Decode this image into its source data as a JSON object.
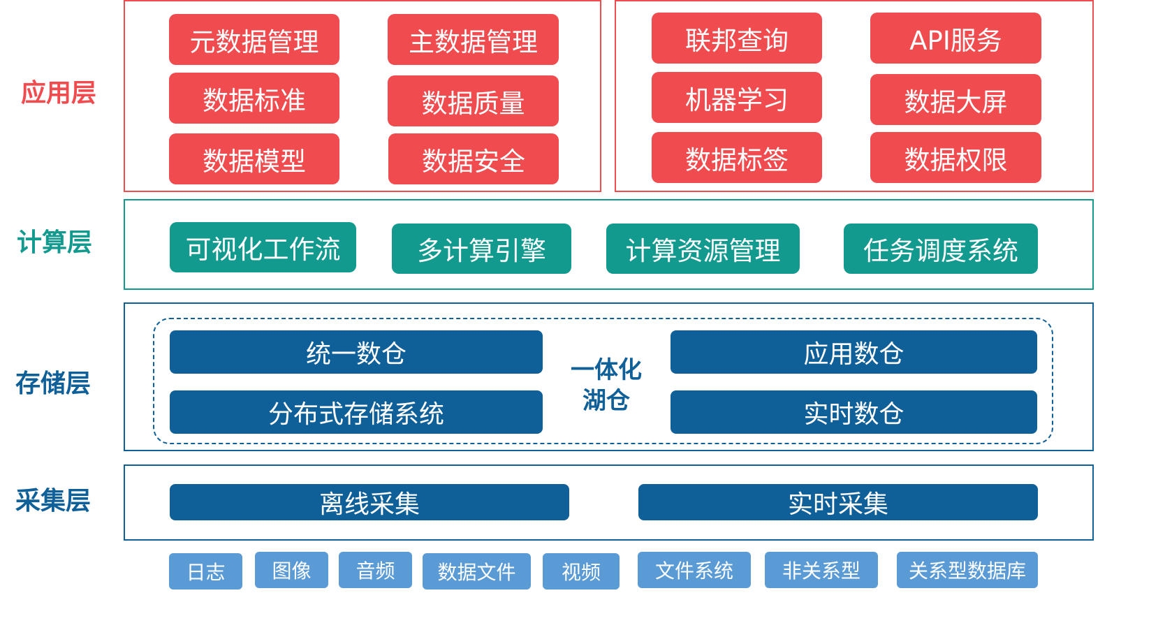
{
  "colors": {
    "app_red": "#f04b4f",
    "compute_teal": "#139a8f",
    "storage_navy": "#0f5f98",
    "source_blue": "#5b9bd5"
  },
  "layers": {
    "application": {
      "label": "应用层",
      "left_group": [
        "元数据管理",
        "主数据管理",
        "数据标准",
        "数据质量",
        "数据模型",
        "数据安全"
      ],
      "right_group": [
        "联邦查询",
        "API服务",
        "机器学习",
        "数据大屏",
        "数据标签",
        "数据权限"
      ]
    },
    "compute": {
      "label": "计算层",
      "items": [
        "可视化工作流",
        "多计算引擎",
        "计算资源管理",
        "任务调度系统"
      ]
    },
    "storage": {
      "label": "存储层",
      "items": [
        "统一数仓",
        "分布式存储系统",
        "应用数仓",
        "实时数仓"
      ],
      "lakehouse_line1": "一体化",
      "lakehouse_line2": "湖仓"
    },
    "collection": {
      "label": "采集层",
      "items": [
        "离线采集",
        "实时采集"
      ]
    }
  },
  "sources": [
    "日志",
    "图像",
    "音频",
    "数据文件",
    "视频",
    "文件系统",
    "非关系型",
    "关系型数据库"
  ]
}
